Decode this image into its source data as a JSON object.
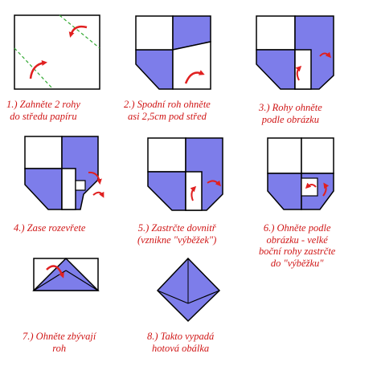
{
  "palette": {
    "paper": "#ffffff",
    "folded": "#7d7dea",
    "outline": "#000000",
    "arrow": "#e02020",
    "fold_line": "#33aa33",
    "caption": "#d01616"
  },
  "steps": [
    {
      "number": "1.)",
      "lines": [
        "1.) Zahněte 2 rohy",
        "do středu papíru"
      ]
    },
    {
      "number": "2.)",
      "lines": [
        "2.) Spodní roh ohněte",
        "asi 2,5cm pod střed"
      ]
    },
    {
      "number": "3.)",
      "lines": [
        "3.) Rohy ohněte",
        "podle obrázku"
      ]
    },
    {
      "number": "4.)",
      "lines": [
        "4.) Zase rozevřete"
      ]
    },
    {
      "number": "5.)",
      "lines": [
        "5.) Zastrčte dovnitř",
        "(vznikne \"výběžek\")"
      ]
    },
    {
      "number": "6.)",
      "lines": [
        "6.) Ohněte podle",
        "obrázku - velké",
        "boční rohy zastrčte",
        "do \"výběžku\""
      ]
    },
    {
      "number": "7.)",
      "lines": [
        "7.) Ohněte zbývají",
        "roh"
      ]
    },
    {
      "number": "8.)",
      "lines": [
        "8.) Takto vypadá",
        "hotová obálka"
      ]
    }
  ]
}
